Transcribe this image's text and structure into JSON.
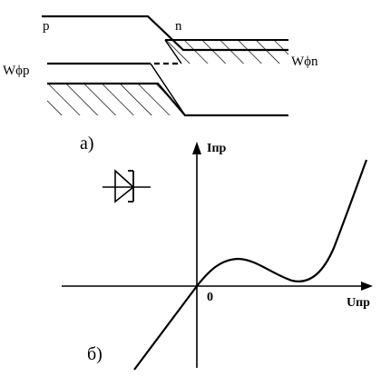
{
  "band_diagram": {
    "label_p": "p",
    "label_n": "n",
    "label_fermi_p": "Wϕp",
    "label_fermi_n": "Wϕn",
    "panel_label": "а)"
  },
  "iv_curve": {
    "y_axis_label": "Iпр",
    "x_axis_label": "Uпр",
    "origin_label": "0",
    "panel_label": "б)",
    "icon": "tunnel-diode-symbol-icon"
  }
}
